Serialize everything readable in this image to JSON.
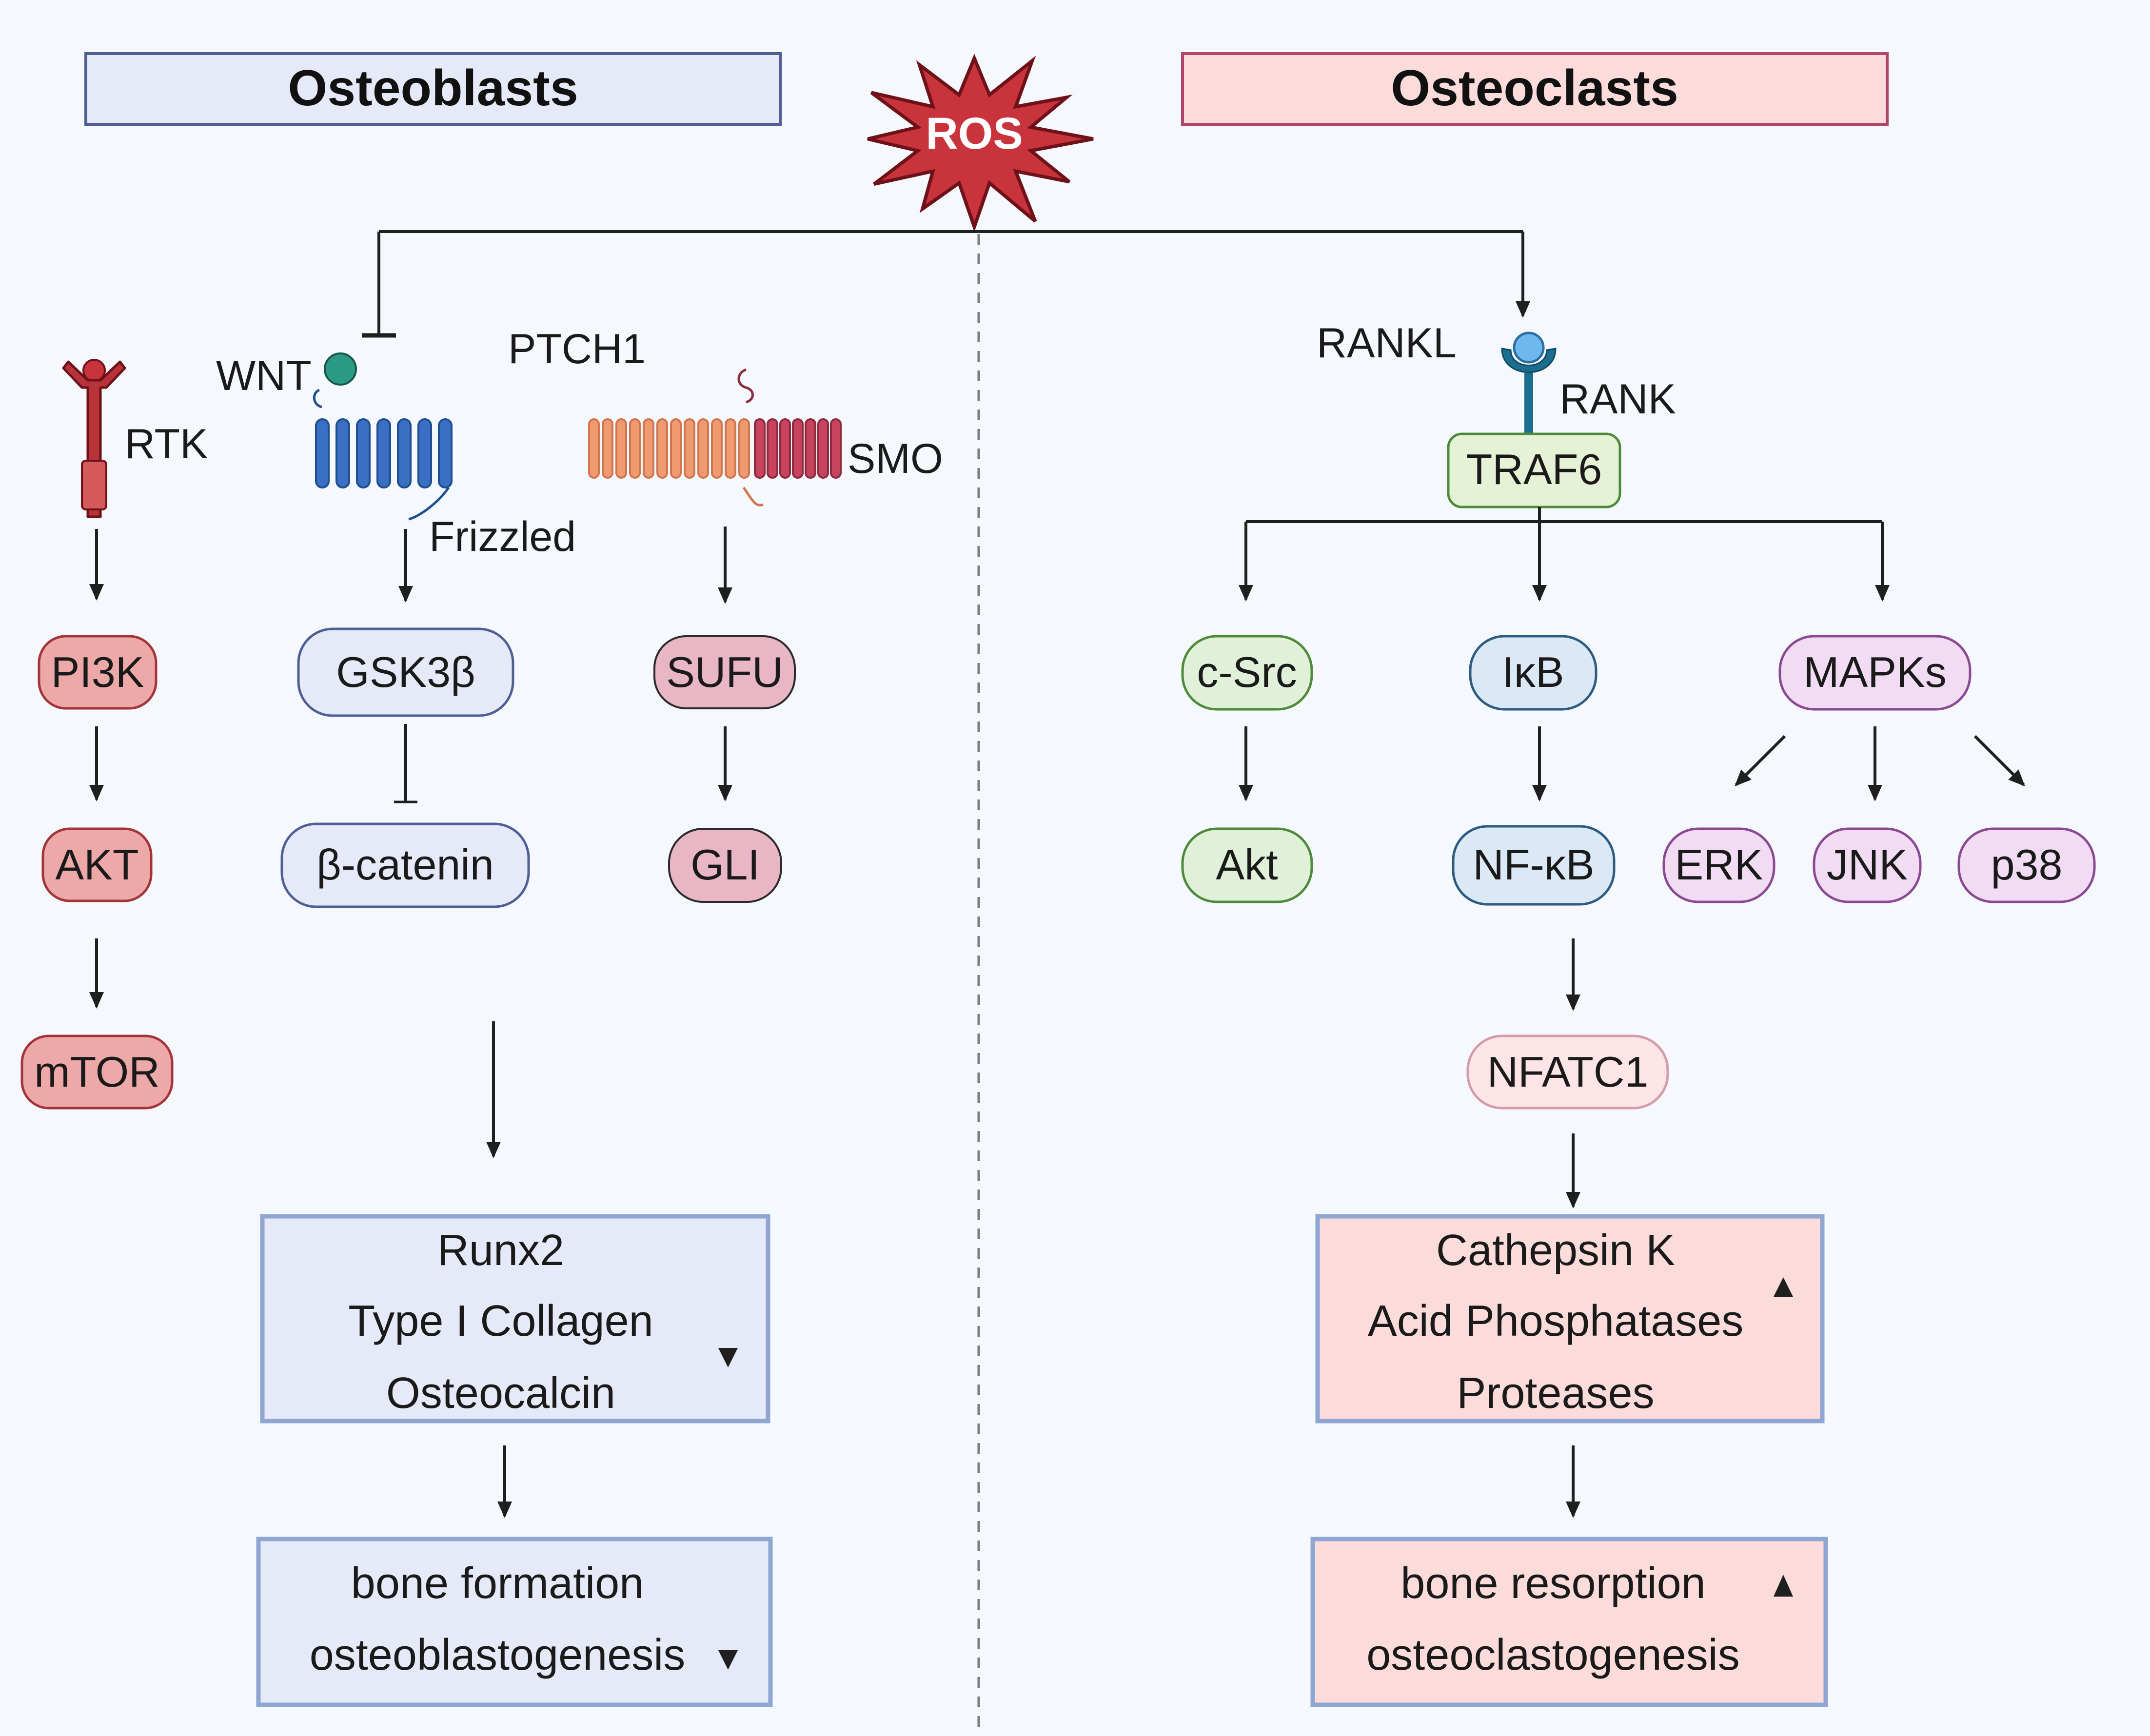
{
  "headers": {
    "left": "Osteoblasts",
    "right": "Osteoclasts",
    "center": "ROS"
  },
  "receptors": {
    "rtk": "RTK",
    "wnt": "WNT",
    "frizzled": "Frizzled",
    "ptch1": "PTCH1",
    "smo": "SMO",
    "rankl": "RANKL",
    "rank": "RANK"
  },
  "nodes": {
    "pi3k": "PI3K",
    "akt_upper": "AKT",
    "mtor": "mTOR",
    "gsk3b": "GSK3β",
    "bcatenin": "β-catenin",
    "sufu": "SUFU",
    "gli": "GLI",
    "traf6": "TRAF6",
    "csrc": "c-Src",
    "akt": "Akt",
    "ikb": "IκB",
    "nfkb": "NF-κB",
    "mapks": "MAPKs",
    "erk": "ERK",
    "jnk": "JNK",
    "p38": "p38",
    "nfatc1": "NFATC1"
  },
  "boxes": {
    "osteoblast_markers": [
      "Runx2",
      "Type I Collagen",
      "Osteocalcin"
    ],
    "osteoblast_outcome": [
      "bone formation",
      "osteoblastogenesis"
    ],
    "osteoclast_markers": [
      "Cathepsin K",
      "Acid Phosphatases",
      "Proteases"
    ],
    "osteoclast_outcome": [
      "bone resorption",
      "osteoclastogenesis"
    ]
  },
  "colors": {
    "background": "#f5f8fd",
    "osteoblast_box_fill": "#e6eaf8",
    "osteoblast_box_stroke": "#8fa6d2",
    "osteoclast_box_fill": "#fcdbdb",
    "osteoclast_box_stroke": "#8fa6d2",
    "header_left_fill": "#e6eaf8",
    "header_left_stroke": "#4f5f95",
    "header_right_fill": "#fcdbdb",
    "header_right_stroke": "#b0466a",
    "red_pill_fill": "#eda8a8",
    "red_pill_stroke": "#a3343a",
    "blue_pill_fill": "#e6eaf8",
    "blue_pill_stroke": "#4f5f95",
    "pink_pill_fill": "#e9b6c6",
    "pink_pill_stroke": "#2a2a2a",
    "green_pill_fill": "#e1f1d9",
    "green_pill_stroke": "#4e8a3a",
    "lightblue_pill_fill": "#dbe9f6",
    "lightblue_pill_stroke": "#2f5b80",
    "purple_pill_fill": "#f2dcf4",
    "purple_pill_stroke": "#8a4a92",
    "nfatc1_fill": "#fde4e7",
    "nfatc1_stroke": "#d59aa8",
    "ros_fill": "#c8333c",
    "ros_stroke": "#6e1119"
  },
  "icons": {
    "ros": "starburst-icon",
    "rtk": "rtk-receptor-icon",
    "frizzled": "seven-transmembrane-receptor-icon",
    "ptch1_smo": "twelve-transmembrane-receptor-icon",
    "rank": "rank-receptor-icon",
    "arrow_down": "arrow-down-icon",
    "arrow_up": "arrow-up-icon"
  }
}
